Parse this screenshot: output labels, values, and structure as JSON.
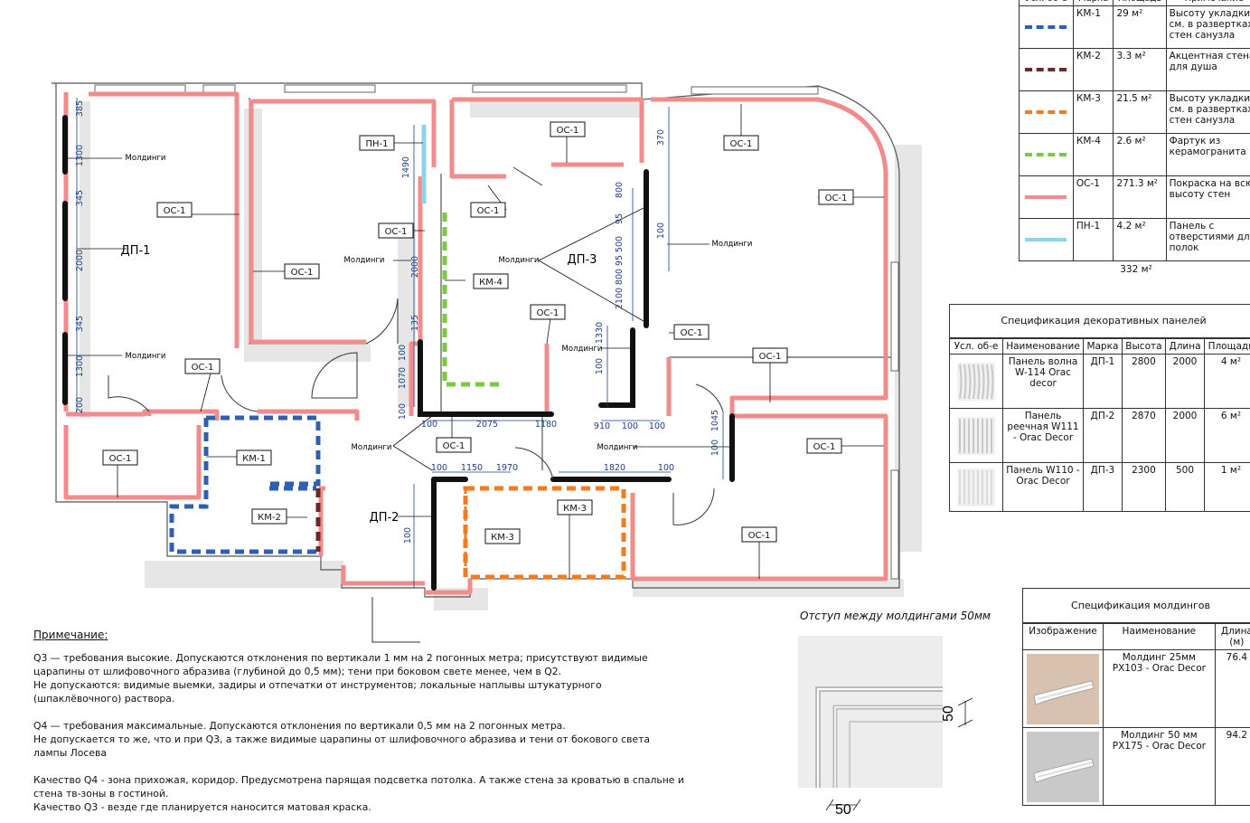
{
  "plan": {
    "room_labels": [
      {
        "id": "os1-left",
        "text": "ОС-1"
      },
      {
        "id": "os1-bed2",
        "text": "ОС-1"
      },
      {
        "id": "pn1",
        "text": "ПН-1"
      },
      {
        "id": "os1-mid",
        "text": "ОС-1"
      },
      {
        "id": "os1-hall",
        "text": "ОС-1"
      },
      {
        "id": "km4",
        "text": "КМ-4"
      },
      {
        "id": "os1-top",
        "text": "ОС-1"
      },
      {
        "id": "os1-corr",
        "text": "ОС-1"
      },
      {
        "id": "os1-right",
        "text": "ОС-1"
      },
      {
        "id": "os1-big",
        "text": "ОС-1"
      },
      {
        "id": "os1-balc",
        "text": "ОС-1"
      },
      {
        "id": "os1-liv2",
        "text": "ОС-1"
      },
      {
        "id": "os1-wc",
        "text": "ОС-1"
      },
      {
        "id": "os1-bath1",
        "text": "ОС-1"
      },
      {
        "id": "os1-bath2",
        "text": "ОС-1"
      },
      {
        "id": "km1",
        "text": "КМ-1"
      },
      {
        "id": "km2",
        "text": "КМ-2"
      },
      {
        "id": "km3a",
        "text": "КМ-3"
      },
      {
        "id": "km3b",
        "text": "КМ-3"
      },
      {
        "id": "os1-hallb",
        "text": "ОС-1"
      },
      {
        "id": "os1-liv3",
        "text": "ОС-1"
      }
    ],
    "dp_labels": [
      "ДП-1",
      "ДП-2",
      "ДП-3"
    ],
    "moldings_label": "Молдинги",
    "dims": [
      "385",
      "1300",
      "345",
      "2000",
      "345",
      "1300",
      "200",
      "1490",
      "2000",
      "135",
      "1070",
      "100",
      "100",
      "2075",
      "100",
      "1180",
      "370",
      "800",
      "95",
      "500",
      "95",
      "800",
      "2100",
      "100",
      "1330",
      "100",
      "910",
      "100",
      "100",
      "1045",
      "100",
      "1150",
      "100",
      "1970",
      "100",
      "1820",
      "100"
    ]
  },
  "finish_table": {
    "headers": [
      "Усл. об-е",
      "Марка",
      "Площадь",
      "Примечание"
    ],
    "rows": [
      {
        "color": "#2f5fb3",
        "mark": "КМ-1",
        "area": "29 м²",
        "note": "Высоту укладки см. в развертках стен санузла"
      },
      {
        "color": "#6b2a2a",
        "mark": "КМ-2",
        "area": "3.3 м²",
        "note": "Акцентная стена для душа"
      },
      {
        "color": "#f07b22",
        "mark": "КМ-3",
        "area": "21.5 м²",
        "note": "Высоту укладки см. в развертках стен санузла"
      },
      {
        "color": "#7ac943",
        "mark": "КМ-4",
        "area": "2.6 м²",
        "note": "Фартук из керамогранита"
      },
      {
        "color": "#f28b8b",
        "mark": "ОС-1",
        "area": "271.3 м²",
        "note": "Покраска на всю высоту стен"
      },
      {
        "color": "#8fd3e8",
        "mark": "ПН-1",
        "area": "4.2 м²",
        "note": "Панель с отверстиями для полок"
      }
    ],
    "total": "332 м²"
  },
  "panel_table": {
    "title": "Спецификация декоративных панелей",
    "headers": [
      "Усл. об-е",
      "Наименование",
      "Марка",
      "Высота",
      "Длина",
      "Площадь"
    ],
    "rows": [
      {
        "name": "Панель волна W-114 Orac decor",
        "mark": "ДП-1",
        "height": "2800",
        "length": "2000",
        "area": "4 м²"
      },
      {
        "name": "Панель реечная W111 - Orac Decor",
        "mark": "ДП-2",
        "height": "2870",
        "length": "2000",
        "area": "6 м²"
      },
      {
        "name": "Панель W110 - Orac Decor",
        "mark": "ДП-3",
        "height": "2300",
        "length": "500",
        "area": "1 м²"
      }
    ]
  },
  "molding_table": {
    "title": "Спецификация молдингов",
    "headers": [
      "Изображение",
      "Наименование",
      "Длина (м)"
    ],
    "rows": [
      {
        "name": "Молдинг 25мм PX103 - Orac Decor",
        "length": "76.4"
      },
      {
        "name": "Молдинг 50 мм PX175 - Orac Decor",
        "length": "94.2"
      }
    ]
  },
  "offset_caption": "Отступ между молдингами 50мм",
  "offset_dims": [
    "50",
    "50"
  ],
  "notes": {
    "title": "Примечание:",
    "q3": "Q3 — требования высокие. Допускаются отклонения по вертикали 1 мм на 2 погонных метра; присутствуют видимые царапины от шлифовочного абразива (глубиной до 0,5 мм); тени при боковом свете менее, чем в Q2.",
    "q3_not": "Не допускаются: видимые выемки, задиры и отпечатки от инструментов; локальные наплывы штукатурного (шпаклёвочного) раствора.",
    "q4": "Q4 — требования максимальные. Допускаются отклонения по вертикали 0,5 мм на 2 погонных метра.",
    "q4_not": "Не допускается то же, что и при Q3, а также видимые царапины от шлифовочного абразива и тени от бокового света лампы Лосева",
    "quality4": "Качество Q4 - зона прихожая, коридор. Предусмотрена парящая подсветка потолка. А также стена за кроватью в спальне и стена тв-зоны в гостиной.",
    "quality3": "Качество Q3 - везде где планируется наносится матовая краска."
  },
  "colors": {
    "paint": "#f28b8b",
    "km1": "#2f5fb3",
    "km2": "#6b2a2a",
    "km3": "#f07b22",
    "km4": "#7ac943",
    "pn1": "#8fd3e8",
    "molding": "#111111",
    "dim": "#1a3f8a"
  }
}
